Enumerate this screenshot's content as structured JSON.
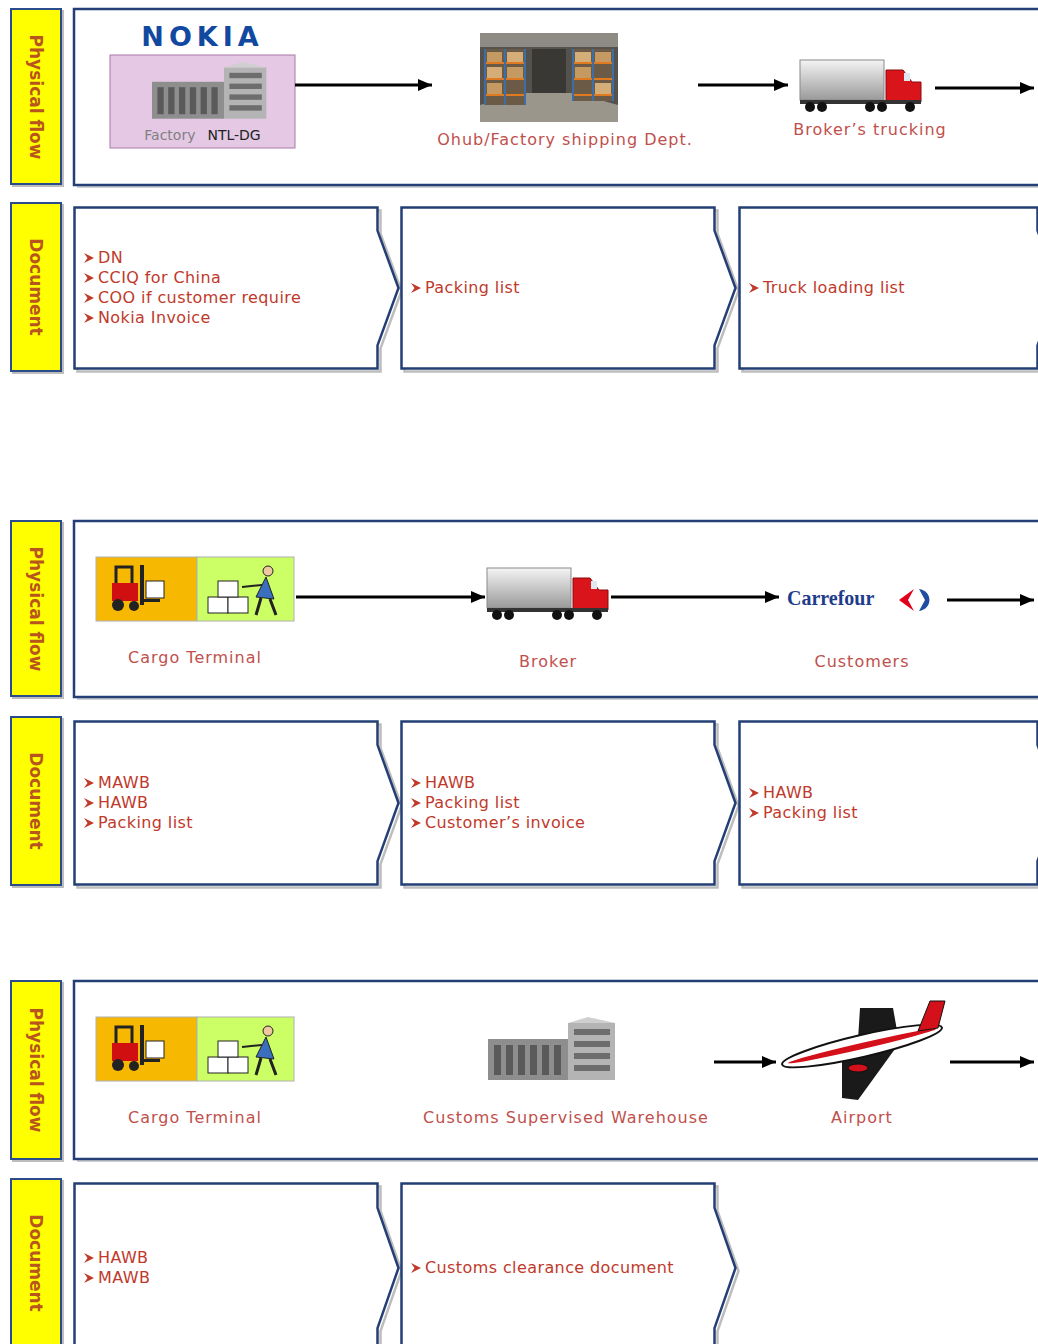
{
  "diagram": {
    "nodes": [
      {
        "text": [
          "Physical flow"
        ]
      },
      {
        "text": [
          "NOKIA",
          "Factory",
          "NTL-DG"
        ]
      },
      {
        "text": [
          "Ohub/Factory shipping Dept."
        ]
      },
      {
        "text": [
          "Broker’s trucking"
        ]
      },
      {
        "text": [
          "Document"
        ]
      },
      {
        "text": [
          "DN",
          "CCIQ for China",
          "COO if customer require",
          "Nokia Invoice"
        ]
      },
      {
        "text": [
          "Packing list"
        ]
      },
      {
        "text": [
          "Truck loading list"
        ]
      },
      {
        "text": [
          "Physical flow"
        ]
      },
      {
        "text": [
          "Cargo Terminal"
        ]
      },
      {
        "text": [
          "Broker"
        ]
      },
      {
        "text": [
          "Carrefour",
          "Customers"
        ]
      },
      {
        "text": [
          "Document"
        ]
      },
      {
        "text": [
          "MAWB",
          "HAWB",
          "Packing list"
        ]
      },
      {
        "text": [
          "HAWB",
          "Packing list",
          "Customer’s invoice"
        ]
      },
      {
        "text": [
          "HAWB",
          "Packing list"
        ]
      },
      {
        "text": [
          "Physical flow"
        ]
      },
      {
        "text": [
          "Cargo Terminal"
        ]
      },
      {
        "text": [
          "Customs Supervised Warehouse"
        ]
      },
      {
        "text": [
          "Airport"
        ]
      },
      {
        "text": [
          "Document"
        ]
      },
      {
        "text": [
          "HAWB",
          "MAWB"
        ]
      },
      {
        "text": [
          "Customs clearance document"
        ]
      }
    ],
    "edges": [
      {
        "from": 1,
        "to": 2,
        "arrow": "to"
      },
      {
        "from": 2,
        "to": 3,
        "arrow": "to"
      },
      {
        "from": 9,
        "to": 10,
        "arrow": "to"
      },
      {
        "from": 10,
        "to": 11,
        "arrow": "to"
      },
      {
        "from": 18,
        "to": 19,
        "arrow": "to"
      }
    ]
  }
}
